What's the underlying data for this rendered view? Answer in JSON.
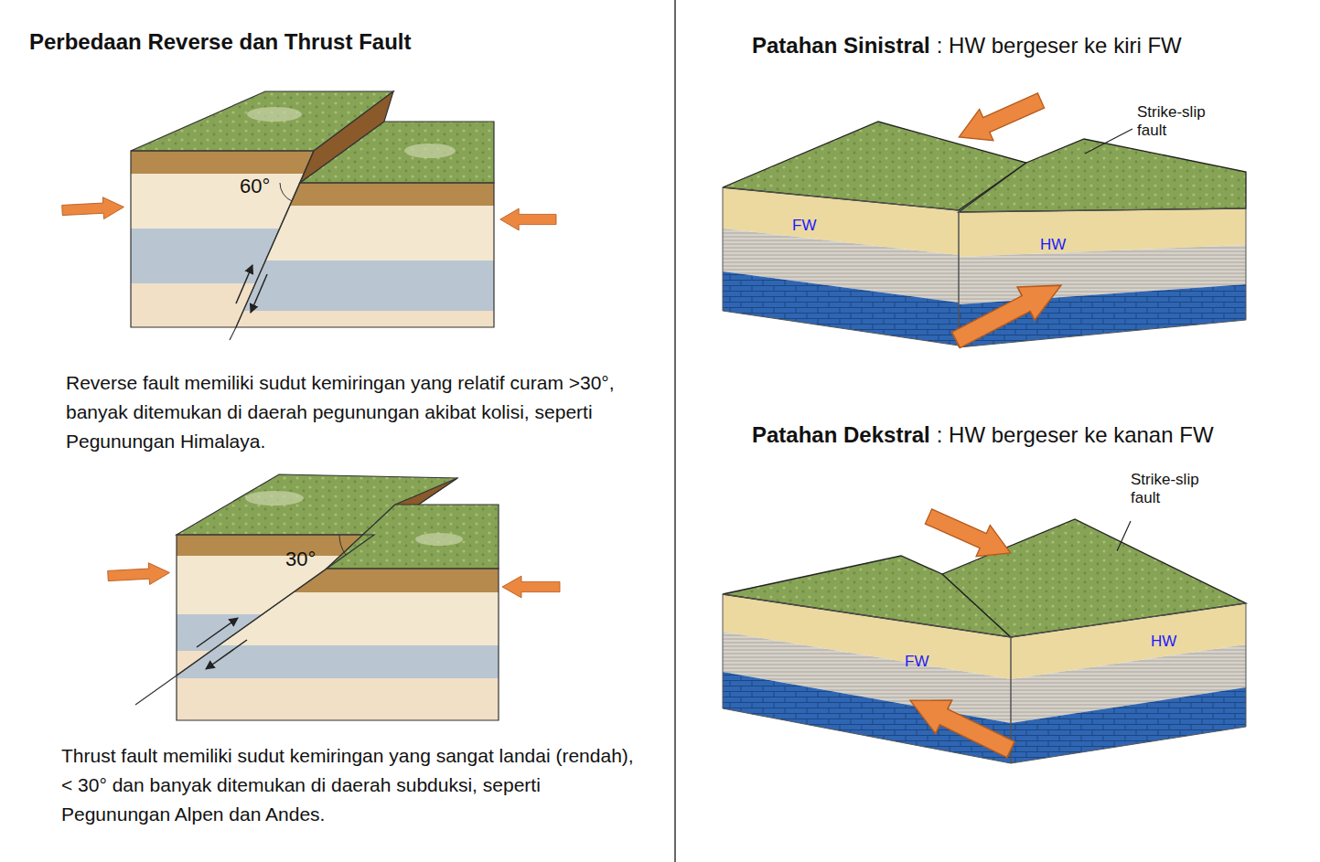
{
  "diagram": {
    "title": "Perbedaan Reverse dan Thrust Fault",
    "labels": [
      "60°",
      "Reverse fault memiliki sudut kemiringan yang relatif curam >30°, banyak ditemukan di daerah pegunungan akibat kolisi, seperti Pegunungan Himalaya.",
      "30°",
      "Thrust fault memiliki sudut kemiringan yang sangat landai (rendah), < 30° dan banyak ditemukan di daerah subduksi, seperti Pegunungan Alpen dan Andes.",
      "Patahan Sinistral",
      ": HW bergeser ke kiri FW",
      "Strike-slip fault",
      "FW",
      "HW",
      "Patahan Dekstral",
      ": HW bergeser ke kanan FW",
      "Strike-slip fault",
      "FW",
      "HW"
    ]
  }
}
